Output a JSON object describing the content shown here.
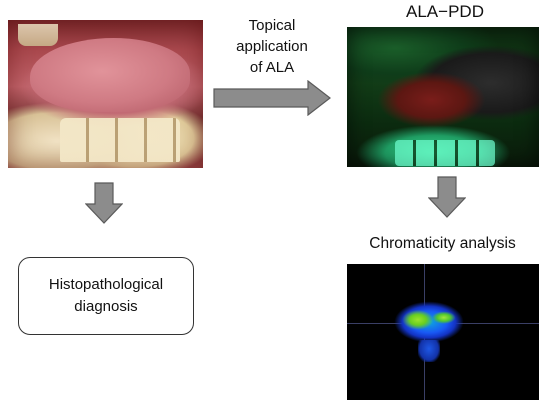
{
  "labels": {
    "topical_application": [
      "Topical",
      "application",
      "of ALA"
    ],
    "pdd_title": "ALA−PDD",
    "chromaticity_title": "Chromaticity analysis",
    "histo_box": [
      "Histopathological",
      "diagnosis"
    ]
  },
  "colors": {
    "arrow_fill": "#8c8c8c",
    "arrow_stroke": "#5a5a5a",
    "heatmap_background": "#000000"
  },
  "images": {
    "clinical_photo": "oral-clinical-photo",
    "pdd_photo": "ala-pdd-fluorescence-photo",
    "chromaticity_plot": "chromaticity-heatmap"
  }
}
